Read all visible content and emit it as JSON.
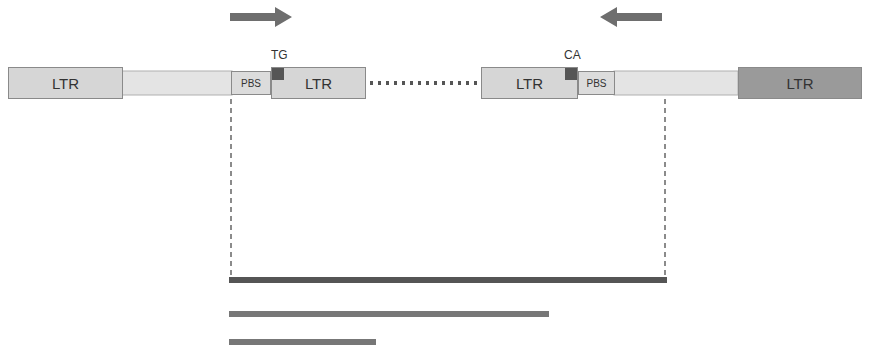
{
  "diagram": {
    "nodes": [
      {
        "text": [
          "LTR"
        ]
      },
      {
        "text": [
          "PBS"
        ]
      },
      {
        "text": [
          "LTR"
        ]
      },
      {
        "text": [
          "LTR"
        ]
      },
      {
        "text": [
          "PBS"
        ]
      },
      {
        "text": [
          "LTR"
        ]
      }
    ],
    "edges": [
      {
        "from": 2,
        "to": 3,
        "arrow": "none"
      }
    ],
    "labels": [
      "TG",
      "CA"
    ]
  }
}
